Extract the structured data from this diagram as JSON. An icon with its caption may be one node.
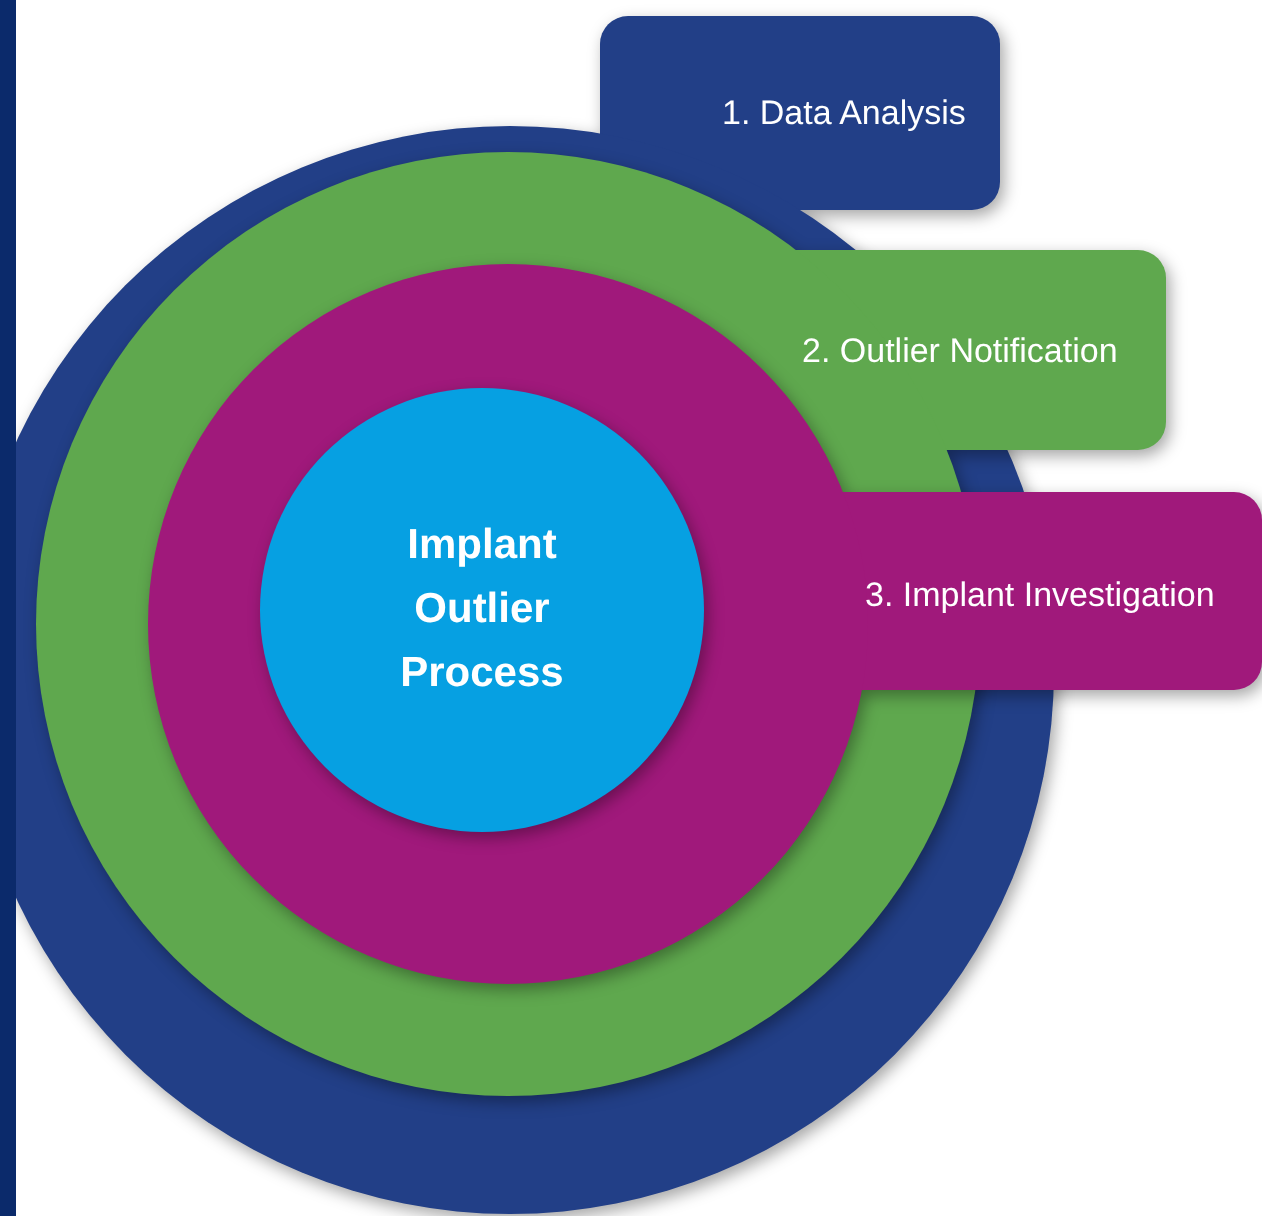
{
  "diagram": {
    "nodes": [
      {
        "text": [
          "1. Data Analysis"
        ]
      },
      {
        "text": [
          "2. Outlier Notification"
        ],
        "in": 0
      },
      {
        "text": [
          "3. Implant Investigation"
        ],
        "in": 1
      },
      {
        "text": [
          "Implant Outlier Process"
        ],
        "in": 2
      }
    ]
  }
}
